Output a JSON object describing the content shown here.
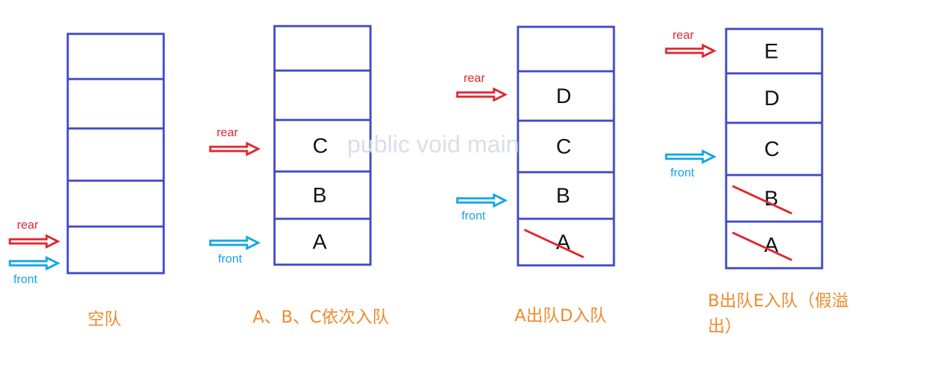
{
  "colors": {
    "box": "#3f48c8",
    "rear": "#e0262e",
    "front": "#12a5e8",
    "caption": "#f08a2c",
    "strike": "#e0262e",
    "watermark": "#d7e0ea"
  },
  "watermark": "public void main",
  "panels": [
    {
      "caption": "空队",
      "cells": [
        "",
        "",
        "",
        "",
        ""
      ],
      "dequeued": [],
      "rear_label": "rear",
      "front_label": "front"
    },
    {
      "caption": "A、B、C依次入队",
      "cells": [
        "",
        "",
        "C",
        "B",
        "A"
      ],
      "dequeued": [],
      "rear_label": "rear",
      "front_label": "front"
    },
    {
      "caption": "A出队D入队",
      "cells": [
        "",
        "D",
        "C",
        "B",
        "A"
      ],
      "dequeued": [
        "A"
      ],
      "rear_label": "rear",
      "front_label": "front"
    },
    {
      "caption": "B出队E入队（假溢出）",
      "cells": [
        "E",
        "D",
        "C",
        "B",
        "A"
      ],
      "dequeued": [
        "B",
        "A"
      ],
      "rear_label": "rear",
      "front_label": "front"
    }
  ]
}
